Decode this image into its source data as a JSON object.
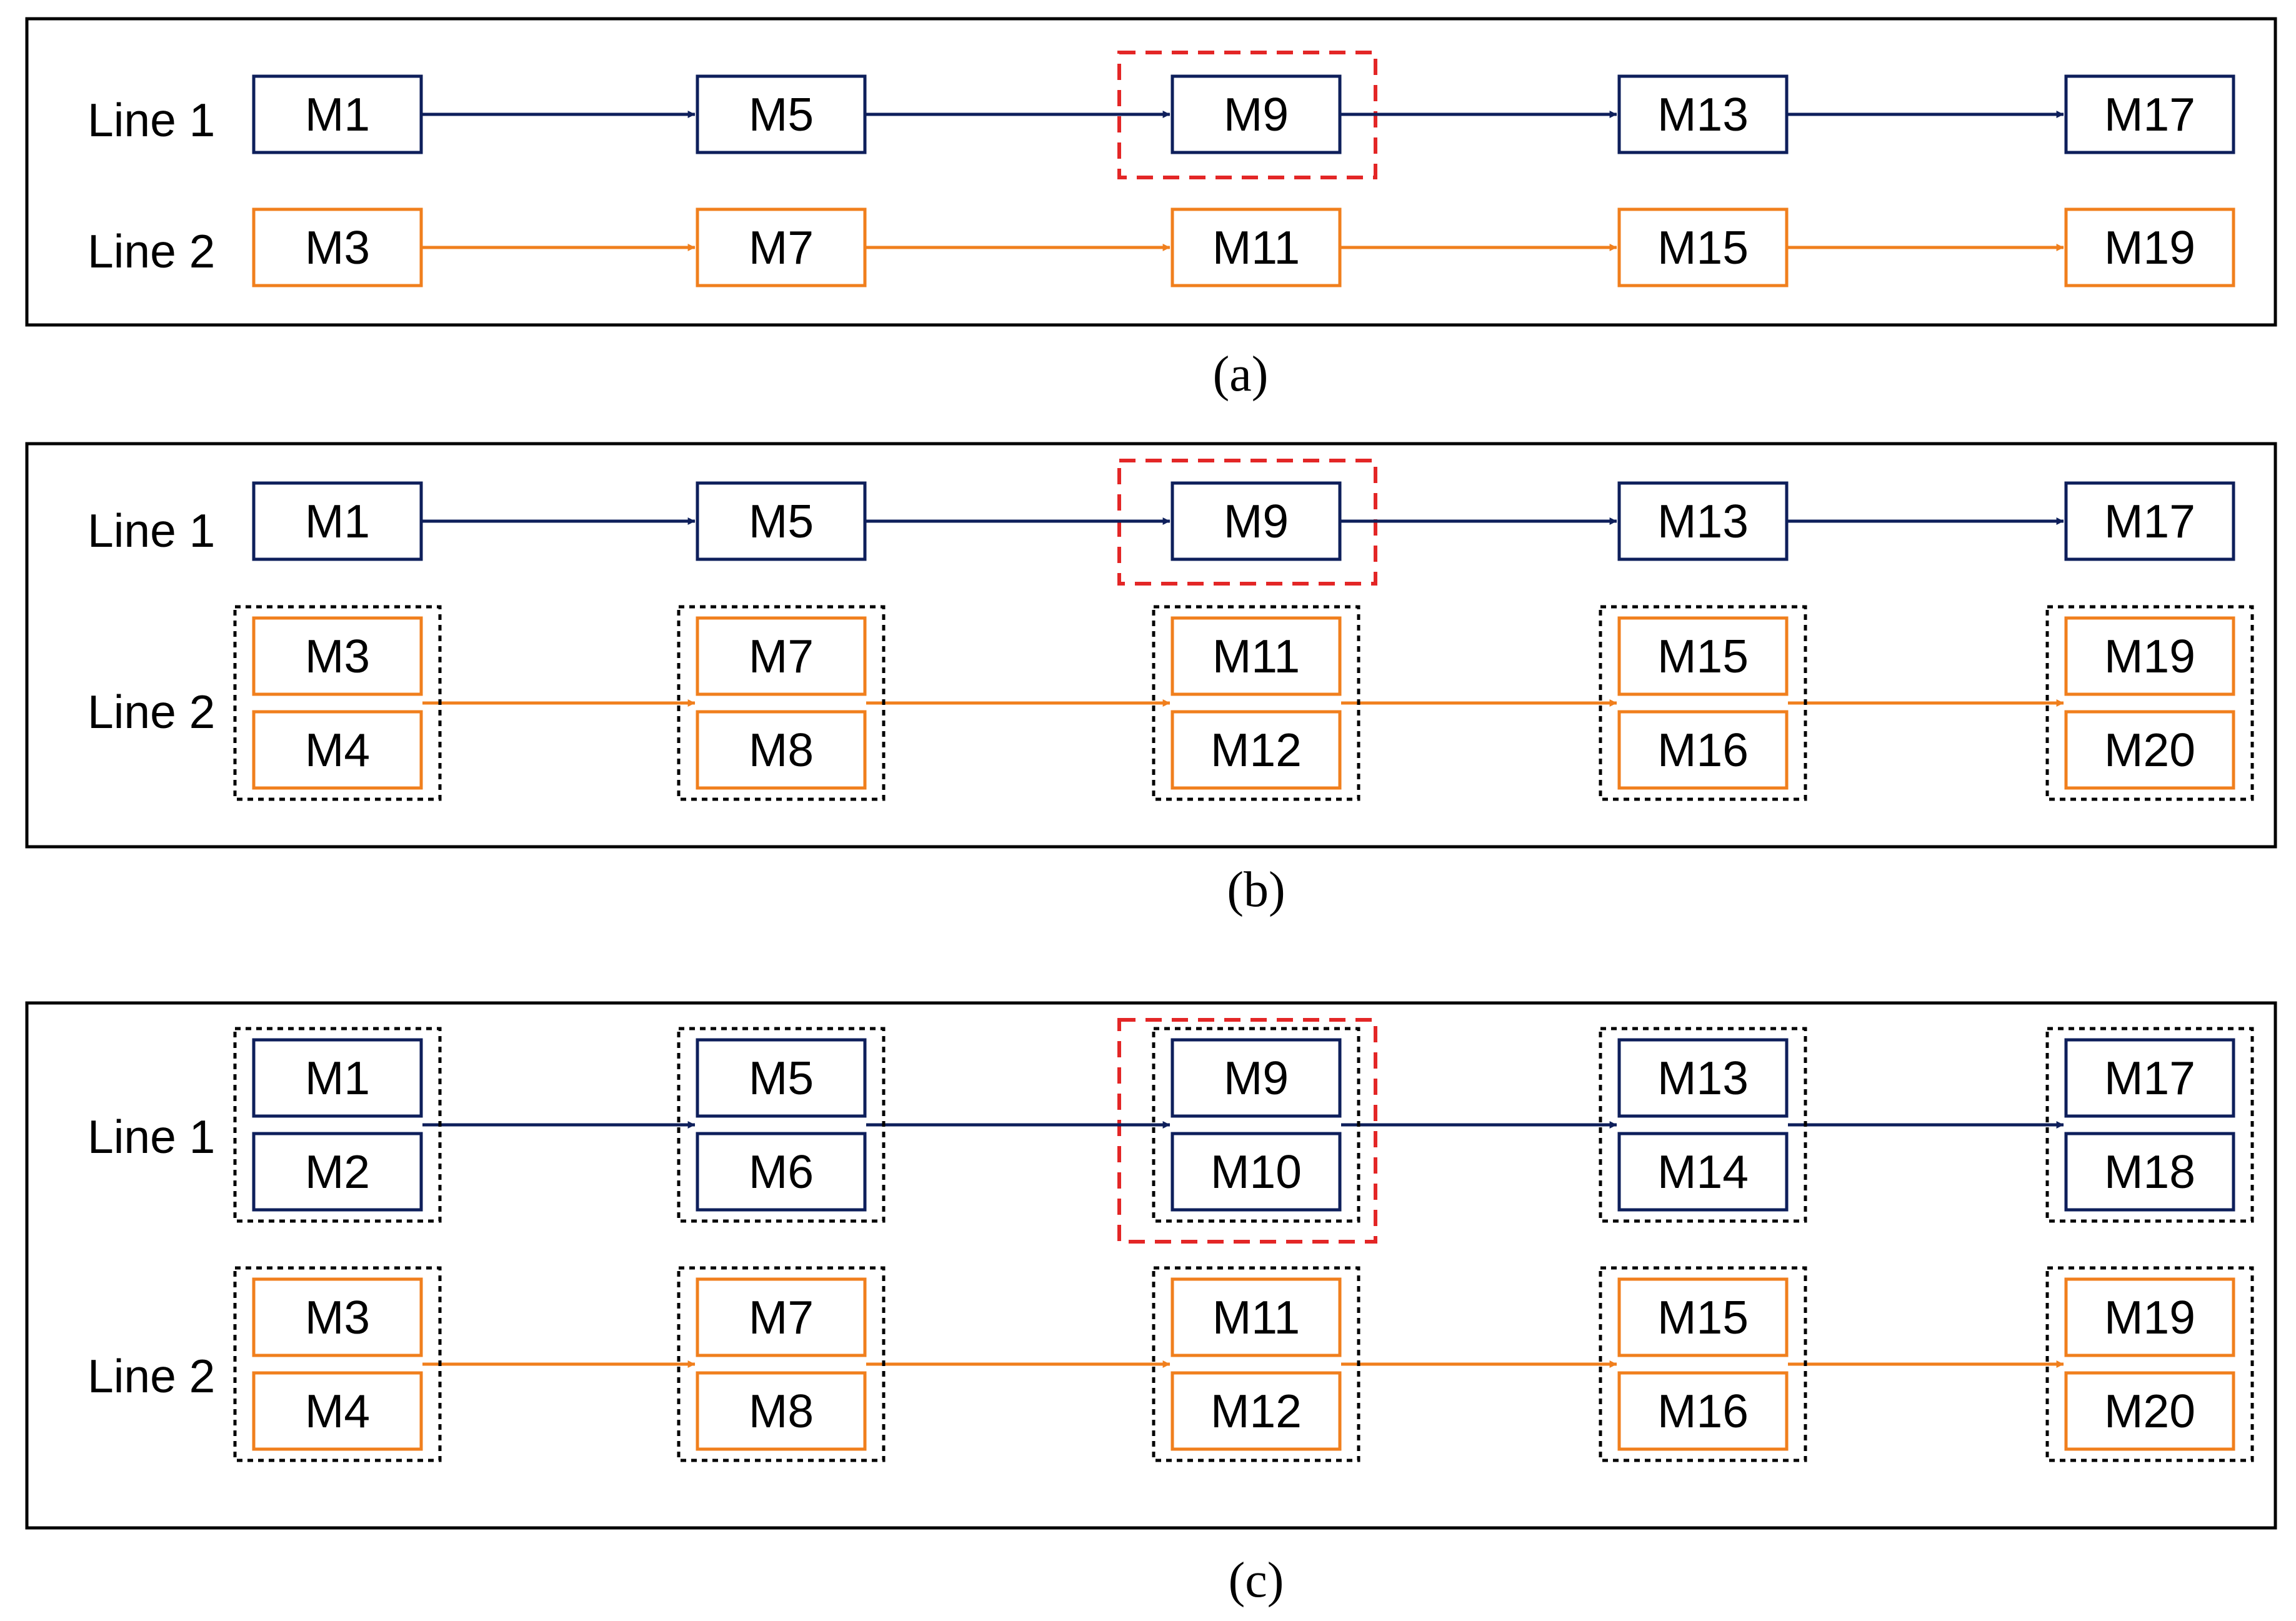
{
  "colors": {
    "line1": "#0e1f5b",
    "line2": "#f07f1d",
    "highlight": "#e32626",
    "frame": "#000000"
  },
  "panels": [
    {
      "id": "a",
      "caption": "(a)",
      "line1_label": "Line 1",
      "line2_label": "Line 2",
      "line1_stations": [
        [
          "M1"
        ],
        [
          "M5"
        ],
        [
          "M9"
        ],
        [
          "M13"
        ],
        [
          "M17"
        ]
      ],
      "line2_stations": [
        [
          "M3"
        ],
        [
          "M7"
        ],
        [
          "M11"
        ],
        [
          "M15"
        ],
        [
          "M19"
        ]
      ],
      "line1_grouped": false,
      "line2_grouped": false,
      "highlight": "M9"
    },
    {
      "id": "b",
      "caption": "(b)",
      "line1_label": "Line 1",
      "line2_label": "Line 2",
      "line1_stations": [
        [
          "M1"
        ],
        [
          "M5"
        ],
        [
          "M9"
        ],
        [
          "M13"
        ],
        [
          "M17"
        ]
      ],
      "line2_stations": [
        [
          "M3",
          "M4"
        ],
        [
          "M7",
          "M8"
        ],
        [
          "M11",
          "M12"
        ],
        [
          "M15",
          "M16"
        ],
        [
          "M19",
          "M20"
        ]
      ],
      "line1_grouped": false,
      "line2_grouped": true,
      "highlight": "M9"
    },
    {
      "id": "c",
      "caption": "(c)",
      "line1_label": "Line 1",
      "line2_label": "Line 2",
      "line1_stations": [
        [
          "M1",
          "M2"
        ],
        [
          "M5",
          "M6"
        ],
        [
          "M9",
          "M10"
        ],
        [
          "M13",
          "M14"
        ],
        [
          "M17",
          "M18"
        ]
      ],
      "line2_stations": [
        [
          "M3",
          "M4"
        ],
        [
          "M7",
          "M8"
        ],
        [
          "M11",
          "M12"
        ],
        [
          "M15",
          "M16"
        ],
        [
          "M19",
          "M20"
        ]
      ],
      "line1_grouped": true,
      "line2_grouped": true,
      "highlight": "M9 + M10"
    }
  ]
}
